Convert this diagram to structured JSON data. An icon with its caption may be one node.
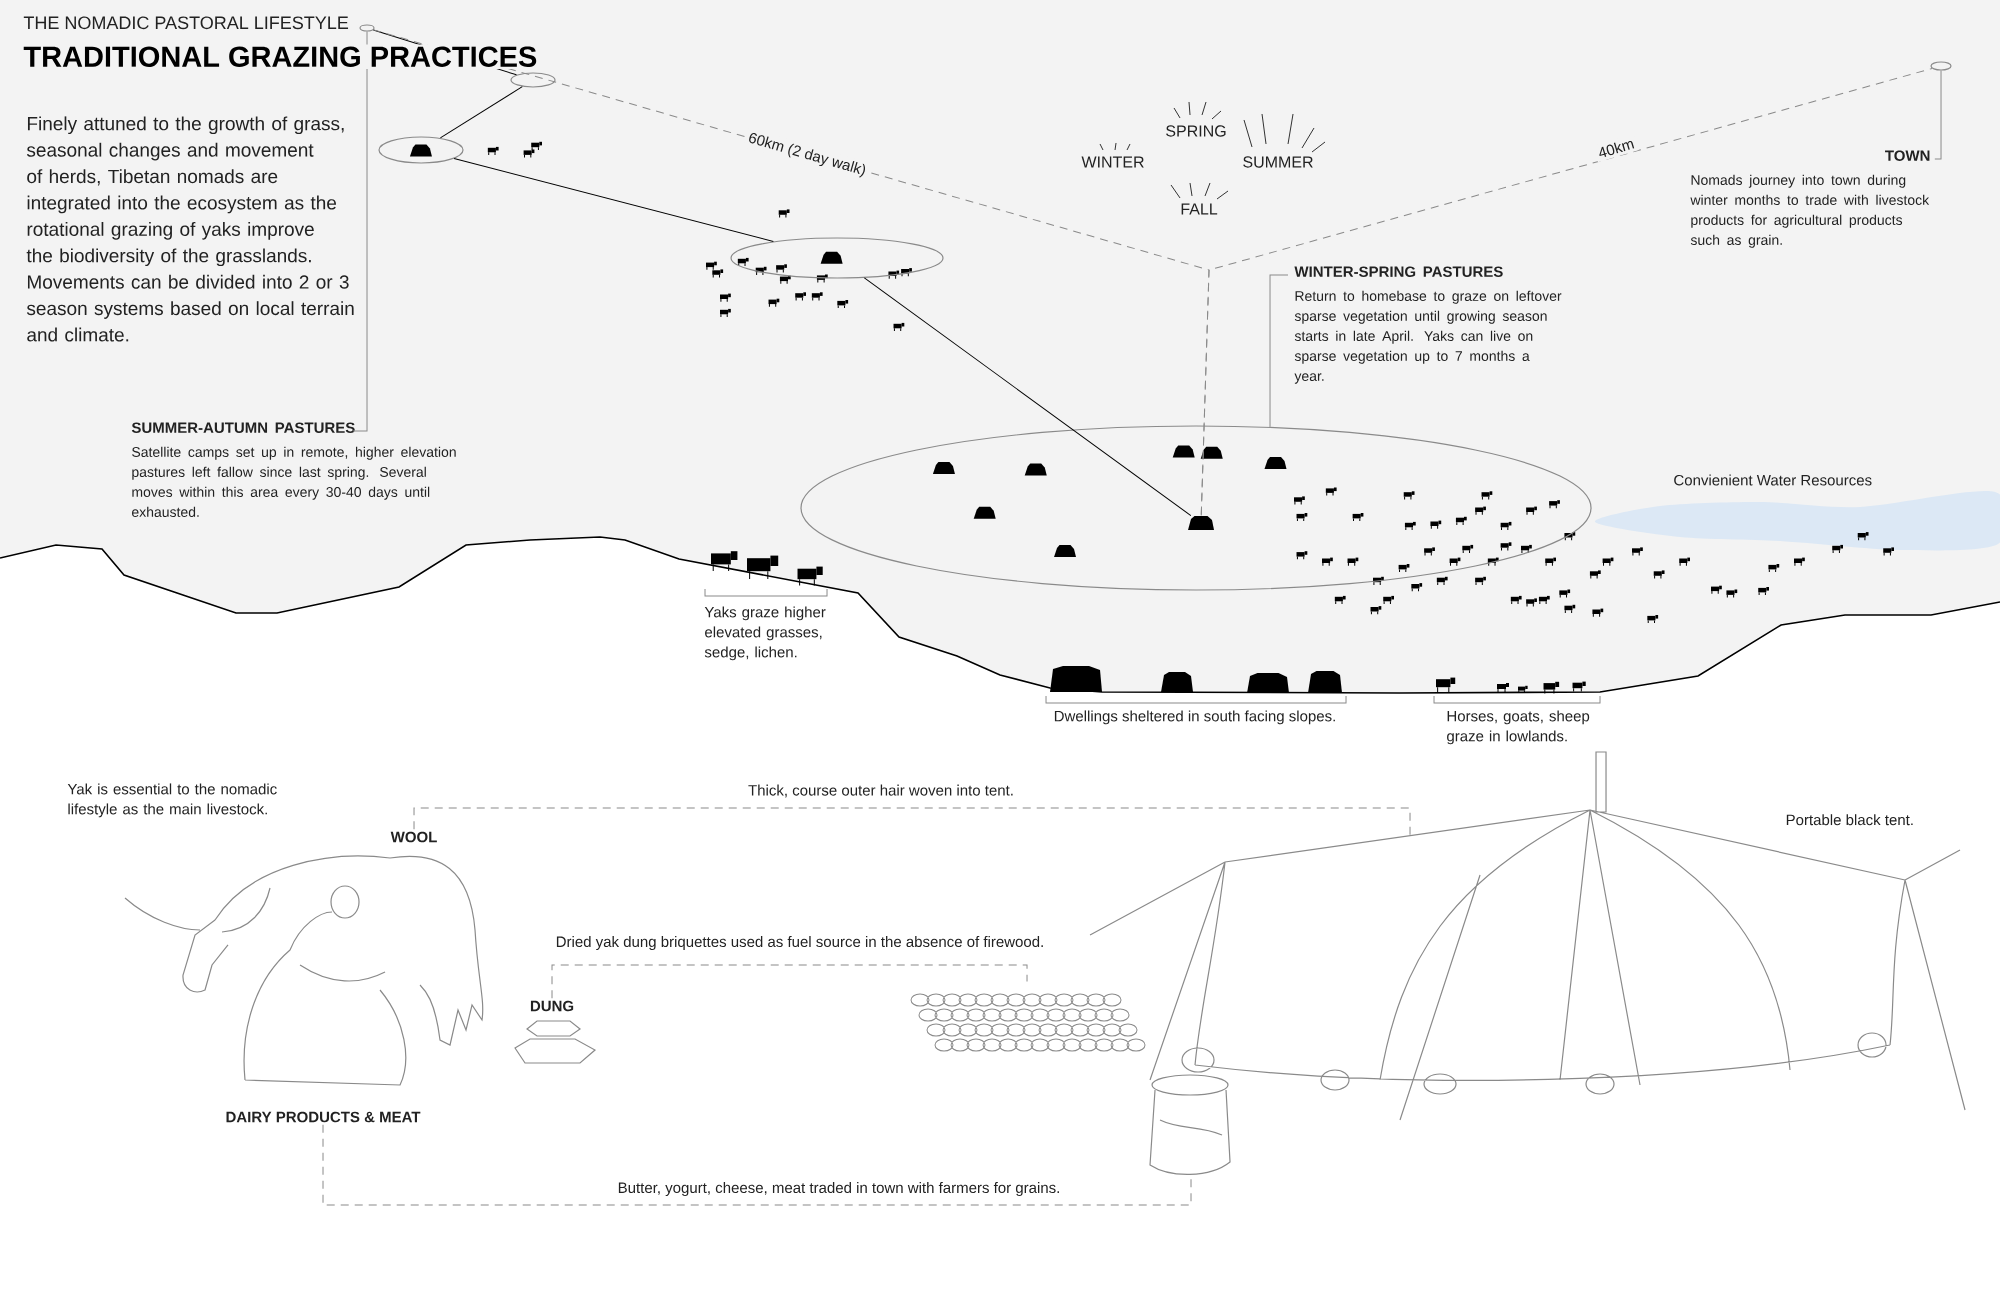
{
  "diagram": {
    "title": "TRADITIONAL GRAZING PRACTICES",
    "nodes": [
      {
        "text": [
          "SUMMER-AUTUMN PASTURES",
          "Satellite camps set up in remote, higher elevation pastures left fallow since last spring. Several moves within this area every 30-40 days until exhausted."
        ]
      },
      {
        "text": [
          "WINTER-SPRING PASTURES",
          "Return to homebase to graze on leftover sparse vegetation until growing season starts in late April. Yaks can live on sparse vegetation up to 7 months a year."
        ]
      },
      {
        "text": [
          "TOWN",
          "Nomads journey into town during winter months to trade with livestock products for agricultural products such as grain."
        ]
      },
      {
        "text": [],
        "shape": "circle"
      },
      {
        "text": [],
        "shape": "circle"
      },
      {
        "text": [],
        "shape": "ellipse"
      },
      {
        "text": [],
        "shape": "ellipse"
      },
      {
        "text": [],
        "shape": "ellipse"
      },
      {
        "text": [],
        "shape": "ellipse"
      },
      {
        "text": [],
        "shape": "picture",
        "in": 5
      },
      {
        "text": [
          "WOOL"
        ]
      },
      {
        "text": [
          "Portable black tent."
        ]
      },
      {
        "text": [
          "DUNG"
        ]
      },
      {
        "text": [],
        "shape": "picture"
      },
      {
        "text": [
          "DAIRY PRODUCTS & MEAT"
        ]
      },
      {
        "text": [],
        "shape": "picture"
      }
    ],
    "edges": [
      {
        "from": 3,
        "to": 8,
        "arrow": "none",
        "color": "#000000"
      },
      {
        "from": 8,
        "to": 6,
        "arrow": "none",
        "color": "#000000"
      },
      {
        "from": 6,
        "to": 7,
        "arrow": "none",
        "color": "#000000"
      },
      {
        "from": 7,
        "to": 9,
        "arrow": "none",
        "color": "#000000"
      },
      {
        "from": 3,
        "to": 9,
        "arrow": "none",
        "style": "dashed",
        "label": "60km (2 day walk)"
      },
      {
        "from": 9,
        "to": 4,
        "arrow": "none",
        "style": "dashed",
        "label": "40km"
      },
      {
        "from": 0,
        "to": 3,
        "arrow": "none"
      },
      {
        "from": 1,
        "to": 5,
        "arrow": "none"
      },
      {
        "from": 2,
        "to": 4,
        "arrow": "none"
      },
      {
        "from": 10,
        "to": 11,
        "arrow": "none",
        "style": "dashed",
        "label": "Thick, course outer hair woven into tent."
      },
      {
        "from": 12,
        "to": 13,
        "arrow": "none",
        "style": "dashed",
        "label": "Dried yak dung briquettes used as fuel source in the absence of firewood."
      },
      {
        "from": 14,
        "to": 15,
        "arrow": "none",
        "style": "dashed",
        "label": "Butter, yogurt, cheese, meat traded in town with farmers for grains."
      }
    ],
    "labels": [
      "THE NOMADIC PASTORAL LIFESTYLE",
      "Finely attuned to the growth of grass, seasonal changes and movement of herds, Tibetan nomads are integrated into the ecosystem as the rotational grazing of yaks improve the biodiversity of the grasslands. Movements can be divided into 2 or 3 season systems based on local terrain and climate.",
      "SPRING",
      "WINTER",
      "SUMMER",
      "FALL",
      "Convienient Water Resources",
      "Yaks graze higher elevated grasses, sedge, lichen.",
      "Dwellings sheltered in south facing slopes.",
      "Horses, goats, sheep graze in lowlands.",
      "Yak is essential to the nomadic lifestyle as the main livestock."
    ]
  }
}
